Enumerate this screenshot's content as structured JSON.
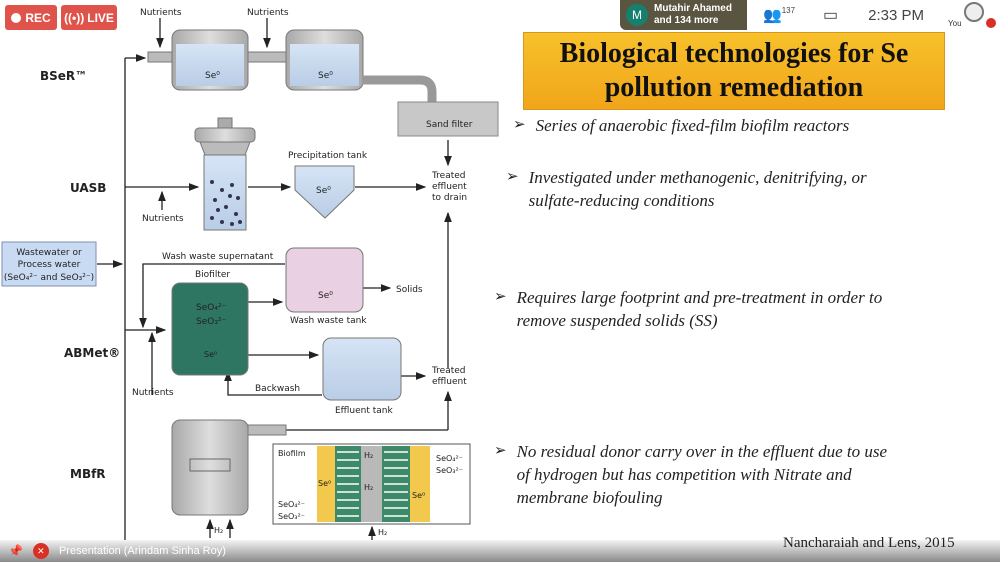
{
  "recording": {
    "rec_label": "REC",
    "live_label": "LIVE"
  },
  "meeting": {
    "participant_initial": "M",
    "participant_name": "Mutahir Ahamed",
    "participant_more": "and 134 more",
    "people_count": "137",
    "time": "2:33 PM",
    "self_label": "You"
  },
  "slide": {
    "title_line1": "Biological technologies for Se",
    "title_line2": "pollution remediation",
    "bullets": [
      {
        "lines": [
          "Series of anaerobic fixed-film biofilm reactors"
        ]
      },
      {
        "lines": [
          "Investigated under methanogenic, denitrifying, or",
          "sulfate-reducing conditions"
        ]
      },
      {
        "lines": [
          "Requires large footprint and pre-treatment in order to",
          "remove suspended solids (SS)"
        ]
      },
      {
        "lines": [
          "No residual donor carry over in the effluent due to use",
          "of hydrogen but has competition with Nitrate and",
          "membrane biofouling"
        ]
      }
    ],
    "bullet_marker": "➢",
    "citation": "Nancharaiah and Lens, 2015"
  },
  "diagram": {
    "row_labels": {
      "bser": "BSeR™",
      "uasb": "UASB",
      "abmet": "ABMet®",
      "mbfr": "MBfR"
    },
    "input": {
      "line1": "Wastewater or",
      "line2": "Process water",
      "line3": "(SeO₄²⁻ and SeO₃²⁻)"
    },
    "nutrients": "Nutrients",
    "se0": "Se⁰",
    "sand_filter": "Sand filter",
    "precipitation_tank": "Precipitation tank",
    "treated_drain": {
      "line1": "Treated",
      "line2": "effluent",
      "line3": "to drain"
    },
    "treated_effluent": {
      "line1": "Treated",
      "line2": "effluent"
    },
    "wash_supernatant": "Wash waste supernatant",
    "biofilter": "Biofilter",
    "seo4": "SeO₄²⁻",
    "seo3": "SeO₃²⁻",
    "solids": "Solids",
    "wash_tank": "Wash waste tank",
    "backwash": "Backwash",
    "effluent_tank": "Effluent tank",
    "biofilm": "Biofilm",
    "h2": "H₂"
  },
  "bottom_bar": {
    "presenter": "Presentation (Arindam Sinha Roy)"
  },
  "colors": {
    "rec": "#e0534a",
    "title_bg": "#f5b524",
    "mic_off": "#d93025",
    "avatar": "#16806f"
  }
}
